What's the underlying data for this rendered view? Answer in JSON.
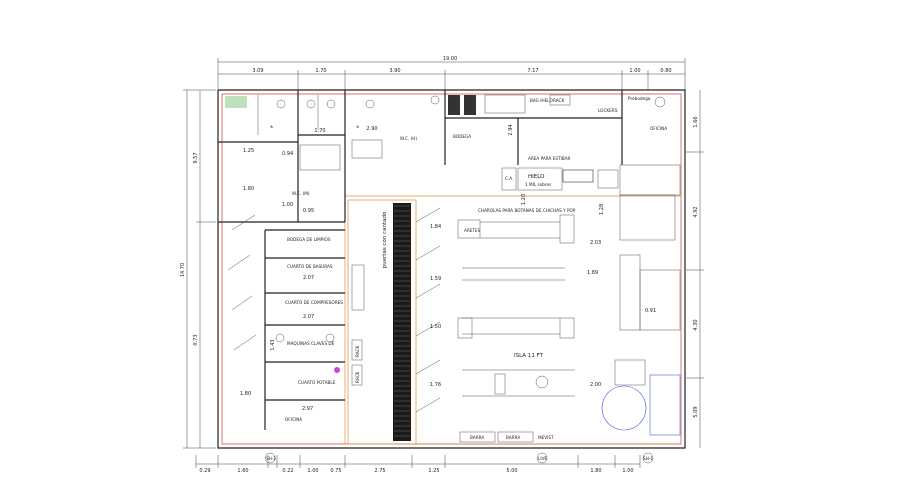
{
  "dimensions_top": {
    "total": "19.00",
    "segments": [
      "3.09",
      "1.70",
      "3.90",
      "7.17",
      "1.00",
      "0.80"
    ]
  },
  "dimensions_bottom": [
    "0.29",
    "1.60",
    "0.22",
    "1.00",
    "0.75",
    "2.75",
    "1.25",
    "5.00",
    "1.80",
    "1.00"
  ],
  "dimensions_left": [
    "14.70",
    "9.57",
    "0.73"
  ],
  "dimensions_right": [
    "1.66",
    "4.92",
    "4.30",
    "5.09"
  ],
  "dimensions_interior": {
    "d_170": "1.70",
    "d_290": "2.90",
    "d_294": "2.94",
    "d_125": "1.25",
    "d_094": "0.94",
    "d_180a": "1.80",
    "d_095": "0.95",
    "d_100": "1.00",
    "d_207a": "2.07",
    "d_207b": "2.07",
    "d_143": "1.43",
    "d_180b": "1.80",
    "d_297": "2.97",
    "d_184": "1.84",
    "d_159": "1.59",
    "d_150": "1.50",
    "d_176": "1.76",
    "d_189": "1.89",
    "d_203": "2.03",
    "d_200": "2.00",
    "d_091": "0.91",
    "d_120": "1.20",
    "d_128": "1.28"
  },
  "rooms": {
    "wc_m": "W.C. (H)",
    "wc_f": "W.C. (M)",
    "bodega": "BODEGA",
    "area_estibar": "AREA PARA ESTIBAR",
    "oficina_top": "OFICINA",
    "prebodega": "Prebodega",
    "bodega_limpios": "BODEGA DE LIMPIOS",
    "cuarto_basura": "CUARTO DE BASURAS",
    "cuarto_compresores": "CUARTO DE COMPRESORES",
    "maquinas_claves": "MAQUINAS CLAVES DE",
    "cuarto_potable": "CUARTO POTABLE",
    "oficina_bottom": "OFICINA"
  },
  "equipment": {
    "bag_hielo": "BAG HIELO",
    "rack_top": "RACK",
    "lockers": "LOCKERS",
    "hielo": "HIELO",
    "hielo_sub": "1 MIL sobres",
    "ca": "C.A.",
    "charolas": "CHAROLAS PARA BOTANAS DE CHICHAS Y POP",
    "isla": "ISLA 11 FT",
    "rack_left": "RACK",
    "rack_left2": "RACK",
    "puertas": "puertas con cantado",
    "barra1": "BARRA",
    "barra2": "BARRA",
    "mevist": "MEVIST",
    "aretes": "ARETES"
  },
  "markers": [
    "LIVE",
    "SH-1",
    "SH-2"
  ]
}
